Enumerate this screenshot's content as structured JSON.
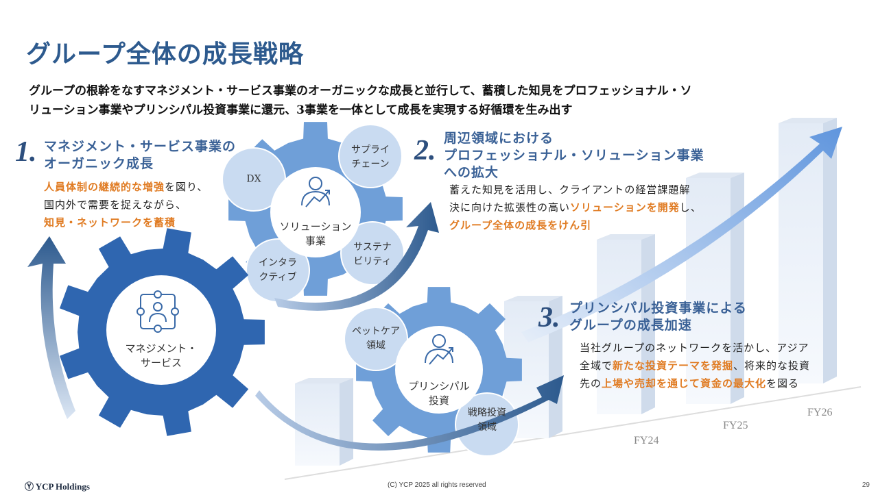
{
  "title": "グループ全体の成長戦略",
  "subtitle": [
    "グループの根幹をなすマネジメント・サービス事業のオーガニックな成長と並行して、蓄積した知見をプロフェッショナル・ソ",
    "リューション事業やプリンシパル投資事業に還元、3事業を一体として成長を実現する好循環を生み出す"
  ],
  "s1": {
    "num": "1.",
    "head": [
      "マネジメント・サービス事業の",
      "オーガニック成長"
    ],
    "b1_hl": "人員体制の継続的な増強",
    "b1": "を図り、",
    "b2": "国内外で需要を捉えながら、",
    "b3_hl": "知見・ネットワークを蓄積"
  },
  "s2": {
    "num": "2.",
    "head": [
      "周辺領域における",
      "プロフェッショナル・ソリューション事業",
      "への拡大"
    ],
    "b1": "蓄えた知見を活用し、クライアントの経営課題解",
    "b2": "決に向けた拡張性の高い",
    "b2_hl": "ソリューションを開発",
    "b2_end": "し、",
    "b3_hl": "グループ全体の成長をけん引"
  },
  "s3": {
    "num": "3.",
    "head": [
      "プリンシパル投資事業による",
      "グループの成長加速"
    ],
    "b1": "当社グループのネットワークを活かし、アジア",
    "b2": "全域で",
    "b2_hl": "新たな投資テーマを発掘",
    "b2_end": "、将来的な投資",
    "b3": "先の",
    "b3_hl": "上場や売却を通じて資金の最大化",
    "b3_end": "を図る"
  },
  "gears": {
    "management": [
      "マネジメント・",
      "サービス"
    ],
    "solution": [
      "ソリューション",
      "事業"
    ],
    "principal": [
      "プリンシパル",
      "投資"
    ],
    "sol_items": {
      "dx": [
        "DX"
      ],
      "supply": [
        "サプライ",
        "チェーン"
      ],
      "sustain": [
        "サステナ",
        "ビリティ"
      ],
      "inter": [
        "インタラ",
        "クティブ"
      ]
    },
    "pri_items": {
      "pet": [
        "ペットケア",
        "領域"
      ],
      "strategic": [
        "戦略投資",
        "領域"
      ]
    }
  },
  "fy": [
    "FY24",
    "FY25",
    "FY26"
  ],
  "footer": {
    "logo": "YCP Holdings",
    "copyright": "(C) YCP 2025 all rights reserved",
    "page": "29"
  },
  "colors": {
    "title": "#2d5a8e",
    "accent": "#e07b22",
    "gear_dark": "#2f66b0",
    "gear_light": "#6f9fd8"
  }
}
